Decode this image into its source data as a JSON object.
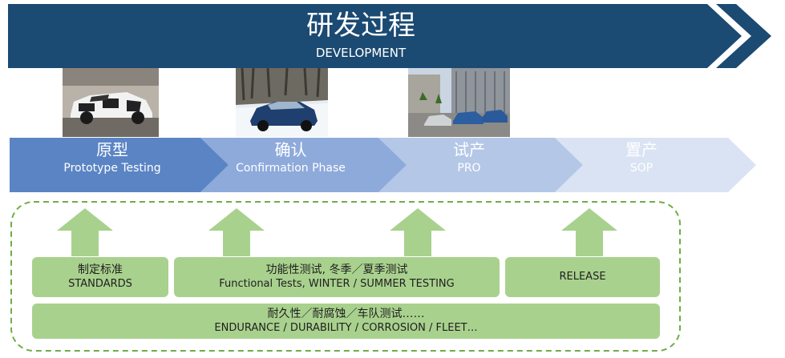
{
  "banner": {
    "title": "研发过程",
    "subtitle": "DEVELOPMENT",
    "color": "#1b4a72"
  },
  "photos": [
    {
      "name": "prototype-car-photo"
    },
    {
      "name": "winter-test-car-photo"
    },
    {
      "name": "parking-lot-cars-photo"
    }
  ],
  "stages": [
    {
      "zh": "原型",
      "en": "Prototype Testing",
      "color": "#5b84c4",
      "text_color": "#ffffff"
    },
    {
      "zh": "确认",
      "en": "Confirmation Phase",
      "color": "#8eaadb",
      "text_color": "#ffffff"
    },
    {
      "zh": "试产",
      "en": "PRO",
      "color": "#b4c7e7",
      "text_color": "#ffffff"
    },
    {
      "zh": "置产",
      "en": "SOP",
      "color": "#dae3f3",
      "text_color": "#ffffff"
    }
  ],
  "tests": {
    "standards": {
      "zh": "制定标准",
      "en": "STANDARDS"
    },
    "functional": {
      "zh": "功能性测试,  冬季／夏季测试",
      "en": "Functional Tests, WINTER / SUMMER TESTING"
    },
    "release": {
      "en": "RELEASE"
    },
    "endurance": {
      "zh": "耐久性／耐腐蚀／车队测试……",
      "en": "ENDURANCE / DURABILITY /  CORROSION / FLEET…"
    }
  },
  "colors": {
    "box_fill": "#a9d18e",
    "dash_border": "#70ad47",
    "arrow_fill": "#a9d18e"
  }
}
